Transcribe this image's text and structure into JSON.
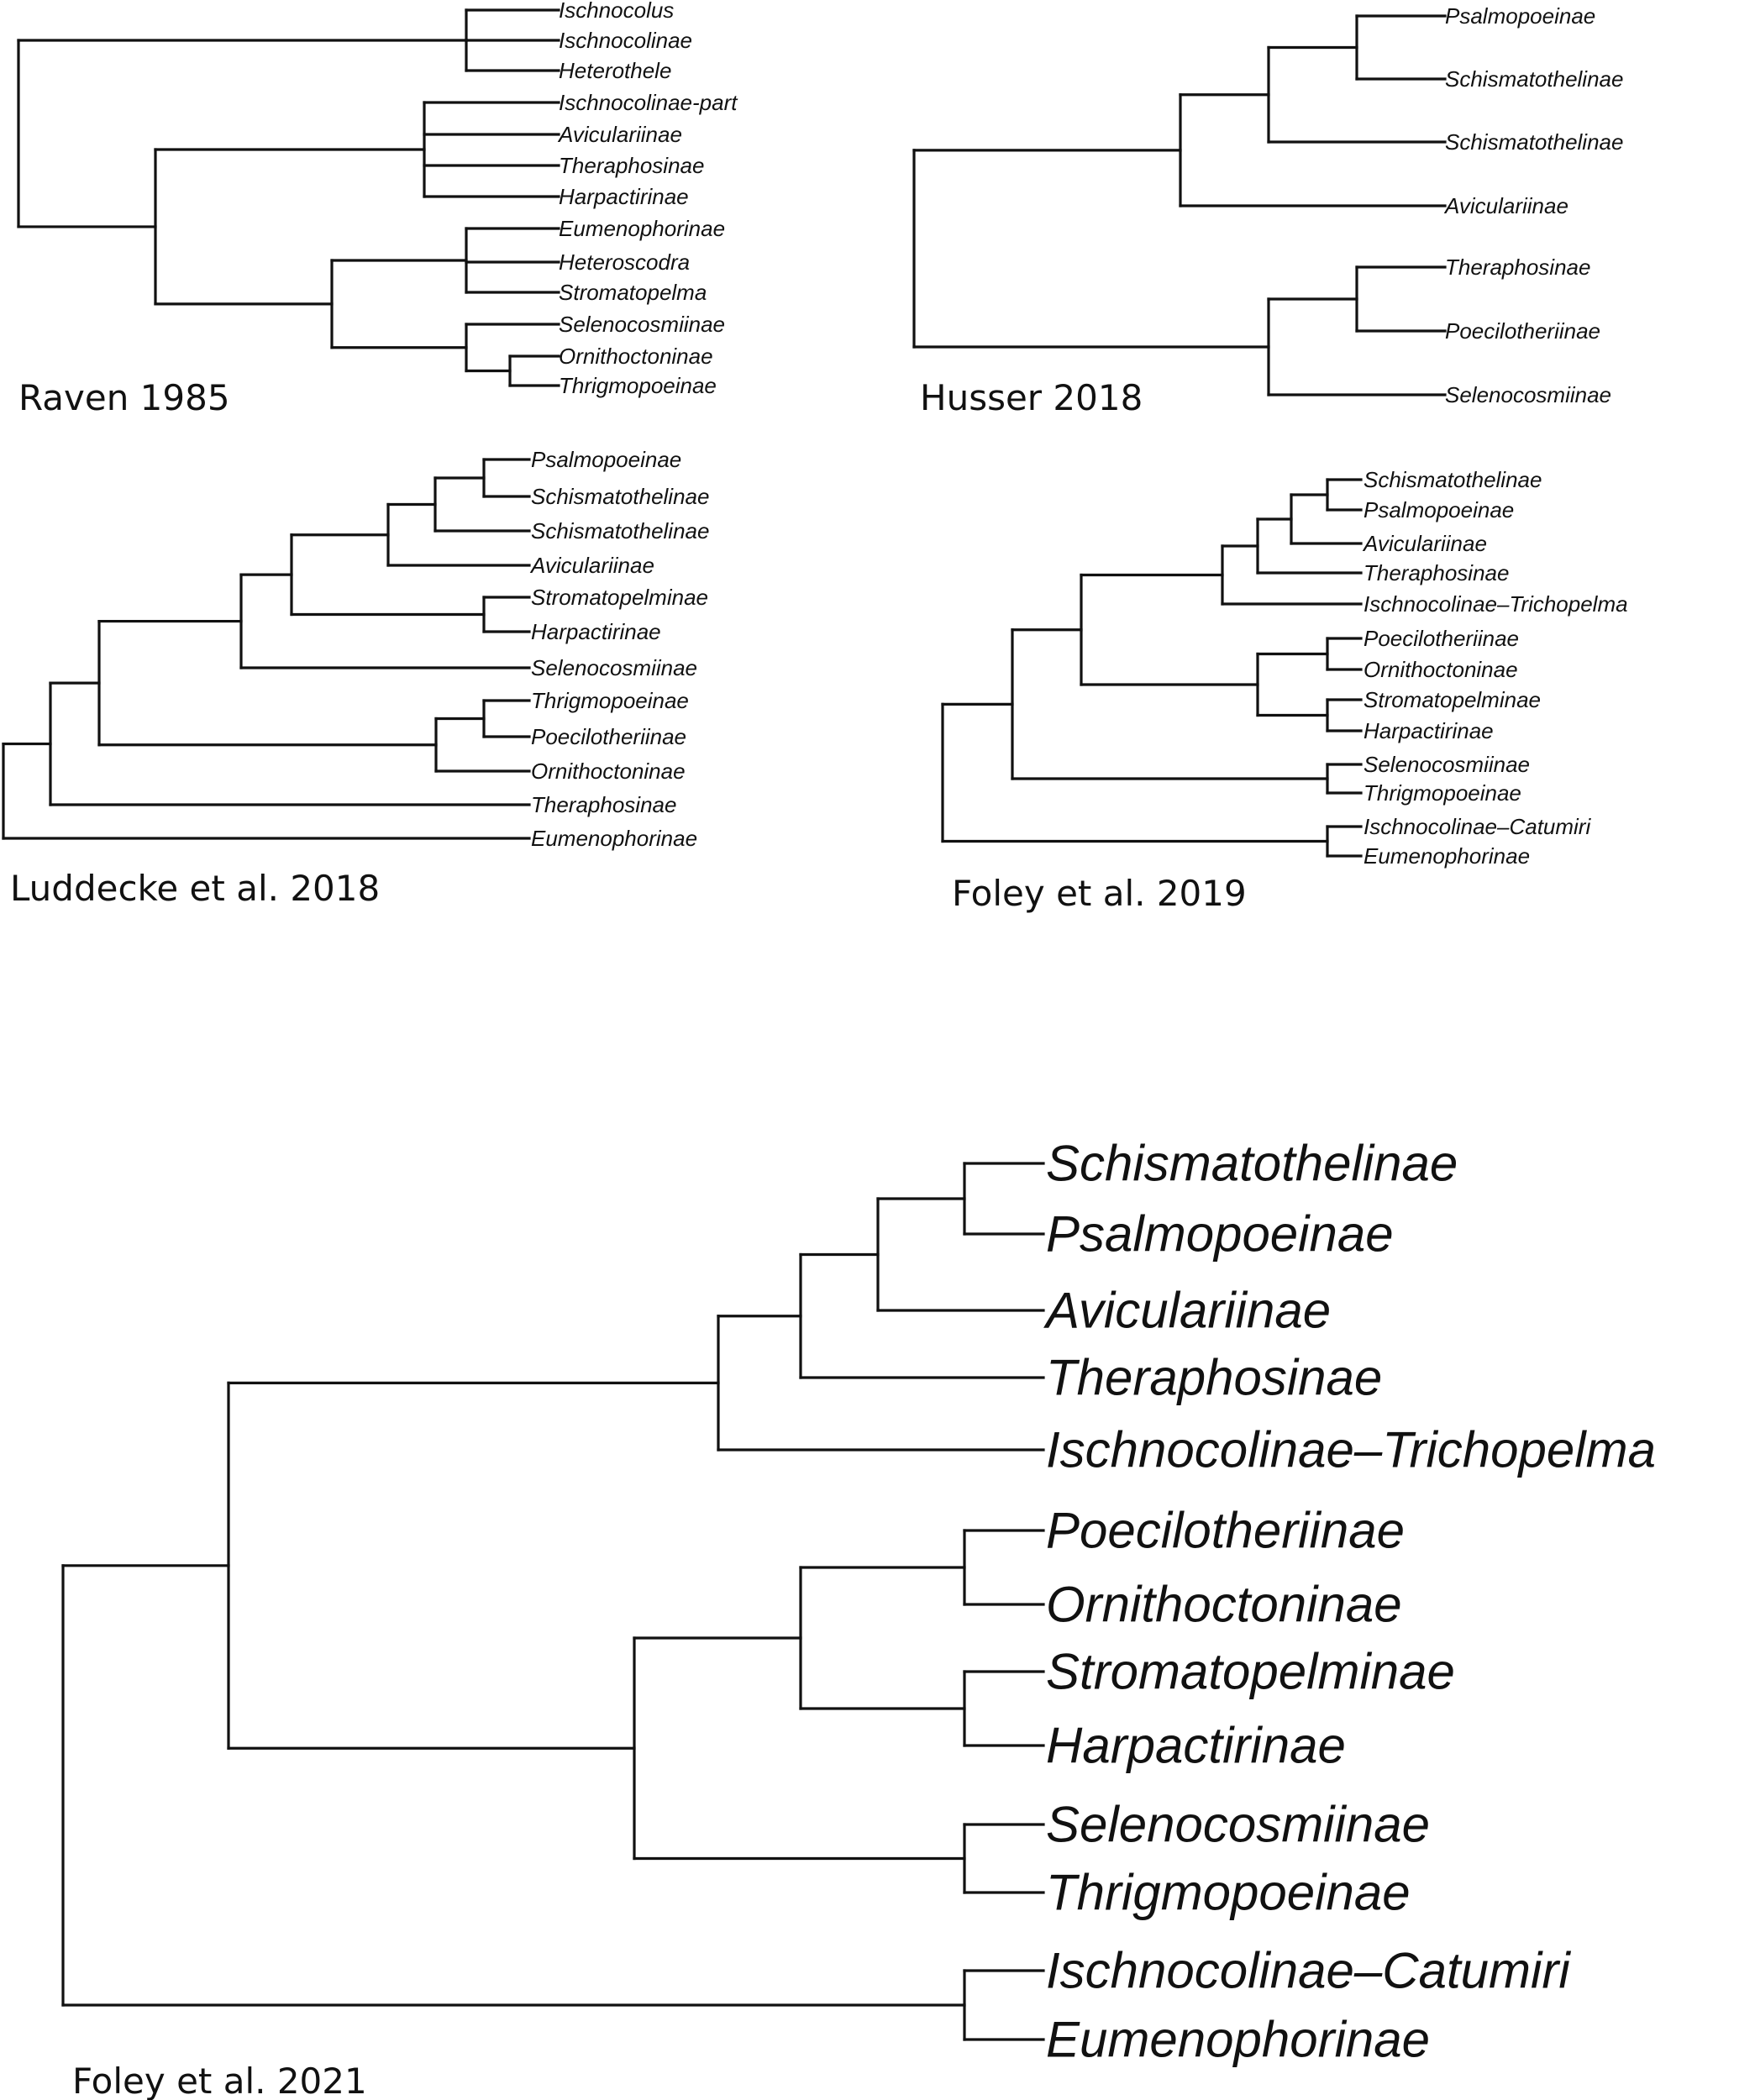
{
  "figure": {
    "panels": [
      {
        "id": "raven",
        "caption": "Raven 1985",
        "tips": [
          "Ischnocolus",
          "Ischnocolinae",
          "Heterothele",
          "Ischnocolinae-part",
          "Aviculariinae",
          "Theraphosinae",
          "Harpactirinae",
          "Eumenophorinae",
          "Heteroscodra",
          "Stromatopelma",
          "Selenocosmiinae",
          "Ornithoctoninae",
          "Thrigmopoeinae"
        ]
      },
      {
        "id": "husser",
        "caption": "Husser 2018",
        "tips": [
          "Psalmopoeinae",
          "Schismatothelinae",
          "Schismatothelinae",
          "Aviculariinae",
          "Theraphosinae",
          "Poecilotheriinae",
          "Selenocosmiinae"
        ]
      },
      {
        "id": "luddecke",
        "caption": "Luddecke et al. 2018",
        "tips": [
          "Psalmopoeinae",
          "Schismatothelinae",
          "Schismatothelinae",
          "Aviculariinae",
          "Stromatopelminae",
          "Harpactirinae",
          "Selenocosmiinae",
          "Thrigmopoeinae",
          "Poecilotheriinae",
          "Ornithoctoninae",
          "Theraphosinae",
          "Eumenophorinae"
        ]
      },
      {
        "id": "foley2019",
        "caption": "Foley et al. 2019",
        "tips": [
          "Schismatothelinae",
          "Psalmopoeinae",
          "Aviculariinae",
          "Theraphosinae",
          "Ischnocolinae–Trichopelma",
          "Poecilotheriinae",
          "Ornithoctoninae",
          "Stromatopelminae",
          "Harpactirinae",
          "Selenocosmiinae",
          "Thrigmopoeinae",
          "Ischnocolinae–Catumiri",
          "Eumenophorinae"
        ]
      },
      {
        "id": "foley2021",
        "caption": "Foley et al. 2021",
        "tips": [
          "Schismatothelinae",
          "Psalmopoeinae",
          "Aviculariinae",
          "Theraphosinae",
          "Ischnocolinae–Trichopelma",
          "Poecilotheriinae",
          "Ornithoctoninae",
          "Stromatopelminae",
          "Harpactirinae",
          "Selenocosmiinae",
          "Thrigmopoeinae",
          "Ischnocolinae–Catumiri",
          "Eumenophorinae"
        ]
      }
    ]
  }
}
